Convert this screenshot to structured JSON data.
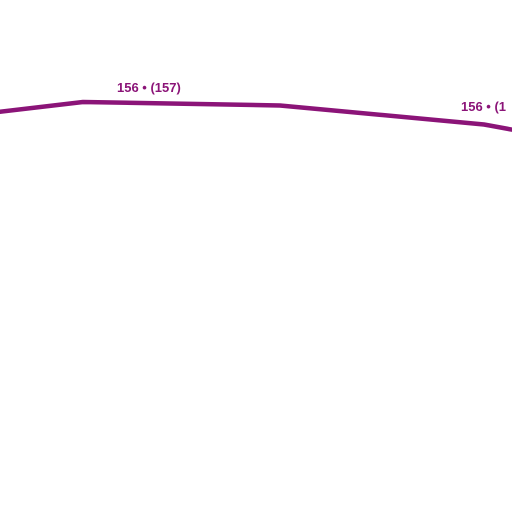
{
  "chart_data": {
    "type": "line",
    "line_color": "#8b1478",
    "x": [
      0,
      1,
      2,
      3,
      4
    ],
    "series": [
      {
        "values": [
          155,
          156,
          156,
          156,
          155
        ],
        "point_labels": [
          "",
          "156 •  (157)",
          "",
          "156 •  (1",
          ""
        ]
      }
    ],
    "title": "",
    "xlabel": "",
    "ylabel": "",
    "grid": false,
    "legend": "none"
  }
}
